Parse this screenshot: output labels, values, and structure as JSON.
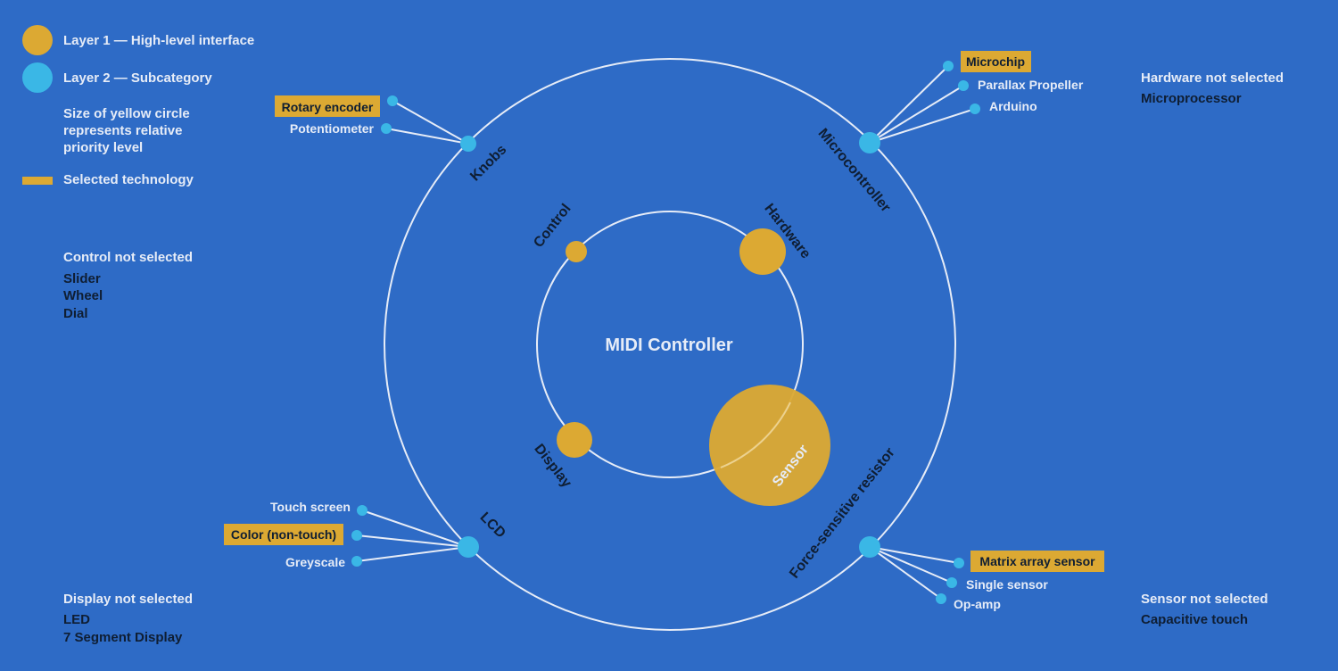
{
  "colors": {
    "background": "#2e6bc6",
    "layer1": "#dca933",
    "layer2": "#3ab7e6",
    "ring": "#e6ecf7",
    "selected_fill": "#dca933",
    "label_light": "#e6ecf7",
    "label_dark": "#0f1e33"
  },
  "legend": {
    "layer1": "Layer 1 — High-level interface",
    "layer2": "Layer 2 — Subcategory",
    "size_note": "Size of yellow circle represents relative priority level",
    "selected": "Selected technology"
  },
  "center_title": "MIDI Controller",
  "layer1": {
    "control": "Control",
    "hardware": "Hardware",
    "display": "Display",
    "sensor": "Sensor"
  },
  "layer2": {
    "knobs": "Knobs",
    "microcontroller": "Microcontroller",
    "lcd": "LCD",
    "fsr": "Force-sensitive resistor"
  },
  "leaves": {
    "knobs": [
      "Rotary encoder",
      "Potentiometer"
    ],
    "microcontroller": [
      "Microchip",
      "Parallax Propeller",
      "Arduino"
    ],
    "lcd": [
      "Touch screen",
      "Color (non-touch)",
      "Greyscale"
    ],
    "fsr": [
      "Matrix array sensor",
      "Single sensor",
      "Op-amp"
    ]
  },
  "not_selected": {
    "control": {
      "heading": "Control not selected",
      "items": [
        "Slider",
        "Wheel",
        "Dial"
      ]
    },
    "hardware": {
      "heading": "Hardware not selected",
      "items": [
        "Microprocessor"
      ]
    },
    "display": {
      "heading": "Display not selected",
      "items": [
        "LED",
        "7 Segment Display"
      ]
    },
    "sensor": {
      "heading": "Sensor not selected",
      "items": [
        "Capacitive touch"
      ]
    }
  }
}
